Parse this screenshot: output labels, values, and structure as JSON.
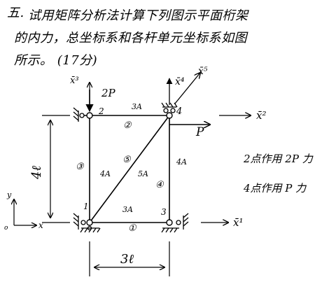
{
  "problem": {
    "number": "五.",
    "lines": [
      "试用矩阵分析法计算下列图示平面桁架",
      "的内力，总坐标系和各杆单元坐标系如图",
      "所示。 (17分)"
    ]
  },
  "nodes": [
    {
      "id": "1",
      "label": "1"
    },
    {
      "id": "2",
      "label": "2"
    },
    {
      "id": "3",
      "label": "3"
    },
    {
      "id": "4",
      "label": "4"
    }
  ],
  "members": [
    {
      "id": "1",
      "circle": "①",
      "area": "3A"
    },
    {
      "id": "2",
      "circle": "②",
      "area": "3A"
    },
    {
      "id": "3",
      "circle": "③",
      "area": "4A"
    },
    {
      "id": "4",
      "circle": "④",
      "area": "4A"
    },
    {
      "id": "5",
      "circle": "⑤",
      "area": "5A"
    }
  ],
  "loads": {
    "node2": "2P",
    "node4": "P"
  },
  "axes": {
    "x_bar_1": "x̄¹",
    "x_bar_2": "x̄²",
    "x_bar_3": "x̄³",
    "x_bar_4": "x̄⁴",
    "x_bar_5": "x̄⁵",
    "global_x": "x",
    "global_y": "y",
    "origin": "o"
  },
  "dimensions": {
    "height": "4ℓ",
    "width": "3ℓ"
  },
  "notes": [
    "2点作用 2P 力",
    "4点作用  P 力"
  ]
}
